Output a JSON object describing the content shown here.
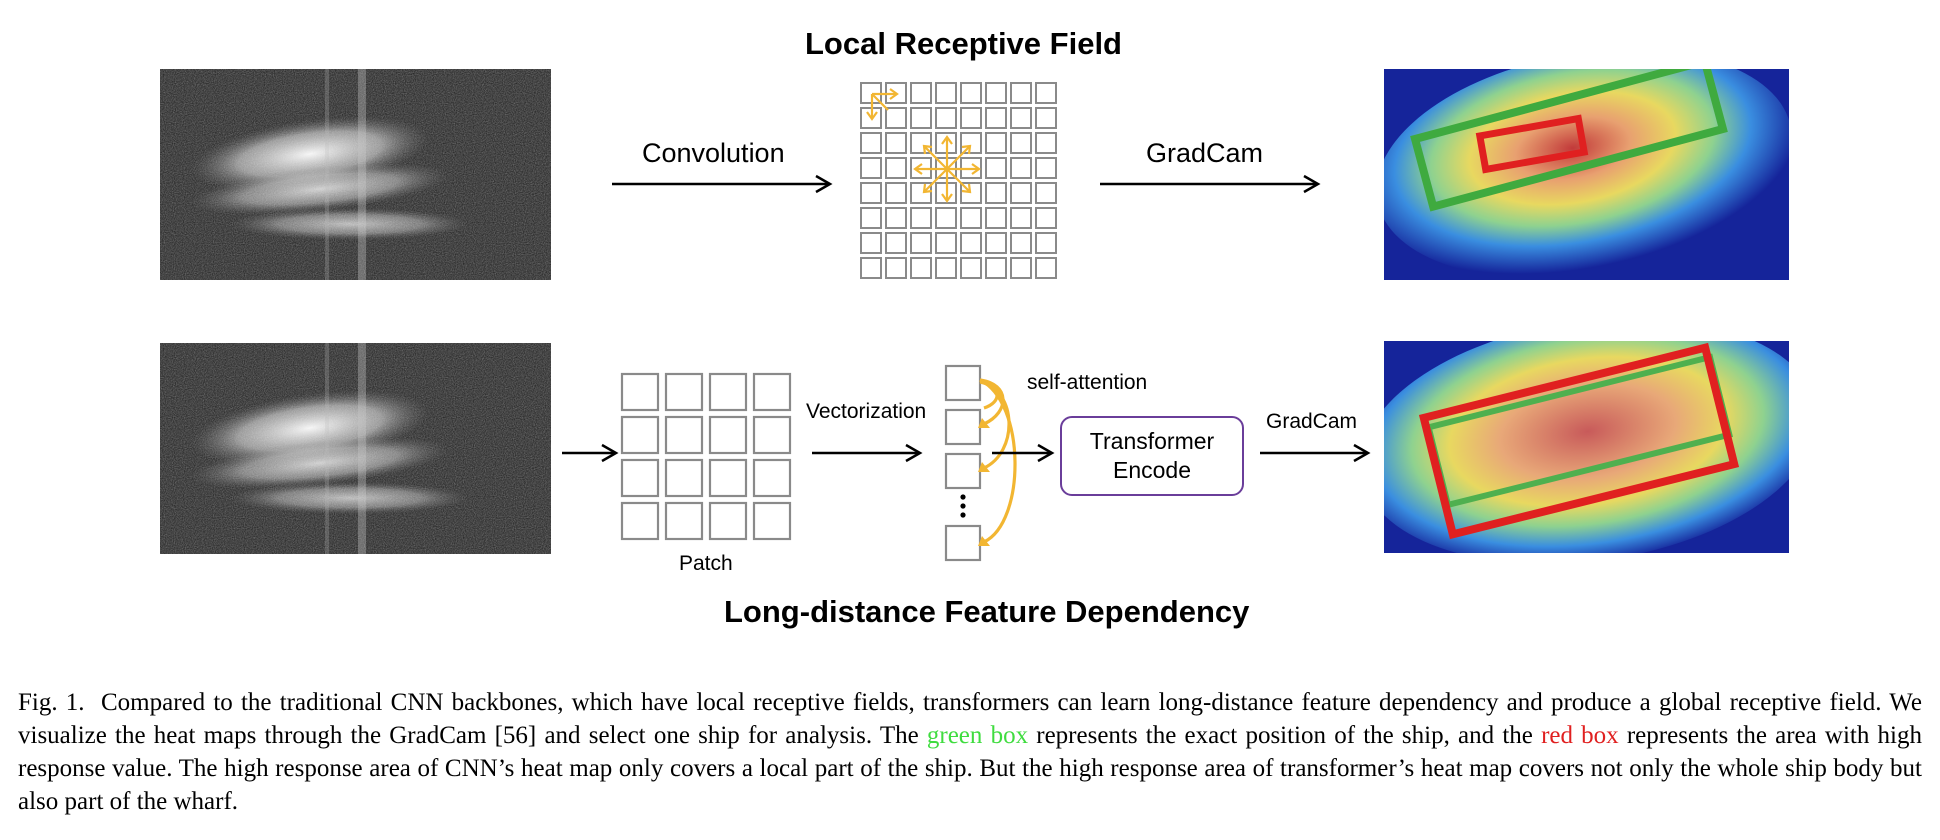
{
  "figure": {
    "top_title": "Local Receptive Field",
    "bottom_title": "Long-distance Feature Dependency",
    "labels": {
      "convolution": "Convolution",
      "gradcam_top": "GradCam",
      "gradcam_bottom": "GradCam",
      "vectorization": "Vectorization",
      "patch": "Patch",
      "self_attention": "self-attention",
      "transformer_line1": "Transformer",
      "transformer_line2": "Encode"
    },
    "colors": {
      "green_box": "#3fdc3f",
      "red_box": "#e02020",
      "arrow_yellow": "#f2b632",
      "transformer_border": "#6a3d9a"
    }
  },
  "caption": {
    "prefix": "Fig. 1.",
    "part1": "Compared to the traditional CNN backbones, which have local receptive fields, transformers can learn long-distance feature dependency and produce a global receptive field. We visualize the heat maps through the GradCam [56] and select one ship for analysis. The",
    "green_text": "green box",
    "part2": "represents the exact position of the ship, and the",
    "red_text": "red box",
    "part3": "represents the area with high response value. The high response area of CNN’s heat map only covers a local part of the ship. But the high response area of transformer’s heat map covers not only the whole ship body but also part of the wharf."
  }
}
